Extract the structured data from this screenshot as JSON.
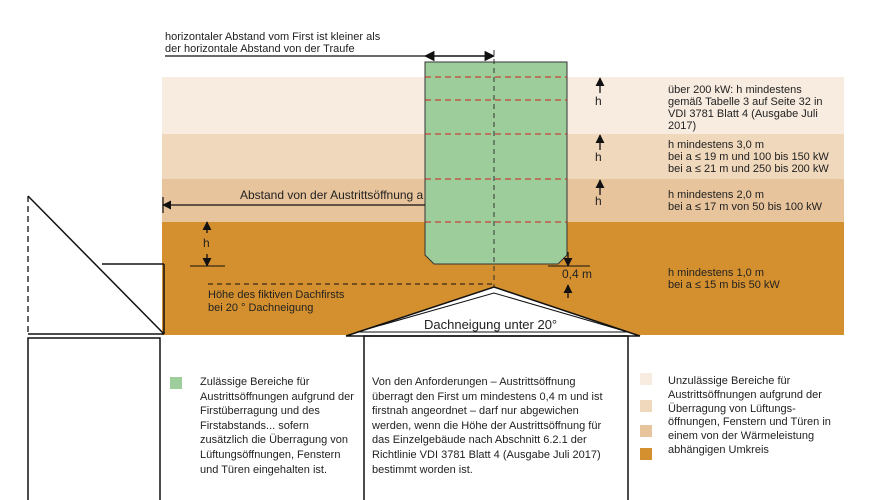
{
  "top_note": [
    "horizontaler Abstand vom First ist kleiner als",
    "der horizontale Abstand von der Traufe"
  ],
  "zones": [
    {
      "name": "zone-200kw",
      "color": "#f8ece0",
      "lines": [
        "über 200 kW: h mindestens",
        "gemäß Tabelle 3 auf Seite 32 in",
        "VDI 3781 Blatt 4 (Ausgabe Juli",
        "2017)"
      ]
    },
    {
      "name": "zone-150kw",
      "color": "#f0d8bc",
      "lines": [
        "h mindestens 3,0 m",
        "bei a ≤ 19 m und 100 bis 150 kW",
        "bei a ≤ 21 m und 250 bis 200 kW"
      ]
    },
    {
      "name": "zone-100kw",
      "color": "#e7c49c",
      "lines": [
        "h mindestens 2,0 m",
        "bei a ≤ 17 m von 50 bis 100 kW"
      ]
    },
    {
      "name": "zone-50kw",
      "color": "#d4902e",
      "lines": [
        "h mindestens 1,0 m",
        "bei a ≤ 15 m bis 50 kW"
      ]
    }
  ],
  "h_label": "h",
  "distance_label": "Abstand von der Austrittsöffnung a",
  "offset_label": "0,4 m",
  "fictive_ridge": [
    "Höhe des fiktiven Dachfirsts",
    "bei 20 ° Dachneigung"
  ],
  "roof_label": "Dachneigung unter 20°",
  "legend": {
    "green_color": "#9ecd9c",
    "green_lines": [
      "Zulässige Bereiche für",
      "Austrittsöffnungen aufgrund der",
      "Firstüberragung und des",
      "Firstabstands... sofern",
      "zusätzlich die Überragung von",
      "Lüftungsöffnungen, Fenstern",
      "und Türen eingehalten ist."
    ],
    "middle_lines": [
      "Von den Anforderungen – Austrittsöffnung",
      "überragt den First um mindestens 0,4 m und ist",
      "firstnah angeordnet – darf nur abgewichen",
      "werden, wenn die Höhe der Austrittsöffnung für",
      "das Einzelgebäude nach Abschnitt 6.2.1 der",
      "Richtlinie VDI 3781 Blatt 4 (Ausgabe Juli 2017)",
      "bestimmt worden ist."
    ],
    "right_lines": [
      "Unzulässige Bereiche für",
      "Austrittsöffnungen aufgrund der",
      "Überragung von Lüftungs-",
      "öffnungen, Fenstern und Türen in",
      "einem von der Wärmeleistung",
      "abhängigen Umkreis"
    ]
  }
}
